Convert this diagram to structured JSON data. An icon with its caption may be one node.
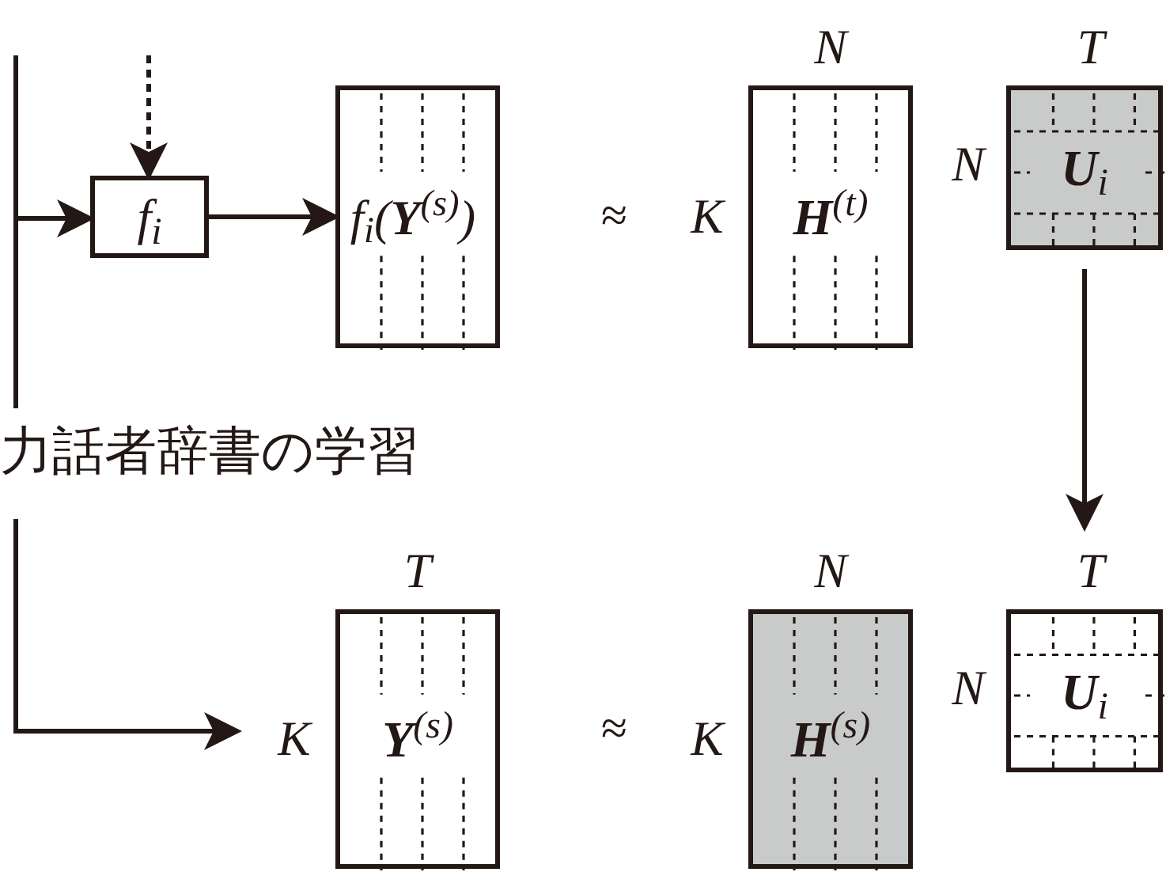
{
  "diagram": {
    "nodes": [
      {
        "text": [
          "*f*$_{i}$"
        ]
      },
      {
        "text": [
          "*f*$_{i}$(**Y**$^{(s)}$)"
        ]
      },
      {
        "text": [
          "**H**$^{(t)}$"
        ],
        "beside": [
          "N",
          "K"
        ]
      },
      {
        "text": [
          "**U**$_{i}$"
        ],
        "beside": [
          "T",
          "N"
        ]
      },
      {
        "text": [
          "**Y**$^{(s)}$"
        ],
        "beside": [
          "T",
          "K"
        ]
      },
      {
        "text": [
          "**H**$^{(s)}$"
        ],
        "beside": [
          "N",
          "K"
        ]
      },
      {
        "text": [
          "**U**$_{i}$"
        ],
        "beside": [
          "T",
          "N"
        ]
      }
    ],
    "edges": [
      {
        "from": null,
        "to": 0,
        "arrow": "to"
      },
      {
        "from": null,
        "to": 0,
        "arrow": "to",
        "style": "dashed"
      },
      {
        "from": 0,
        "to": 1,
        "arrow": "to"
      },
      {
        "from": 3,
        "to": 6,
        "arrow": "to"
      },
      {
        "from": null,
        "to": 4,
        "arrow": "to"
      }
    ],
    "labels": [
      "≈",
      "力話者辞書の学習",
      "≈"
    ]
  }
}
